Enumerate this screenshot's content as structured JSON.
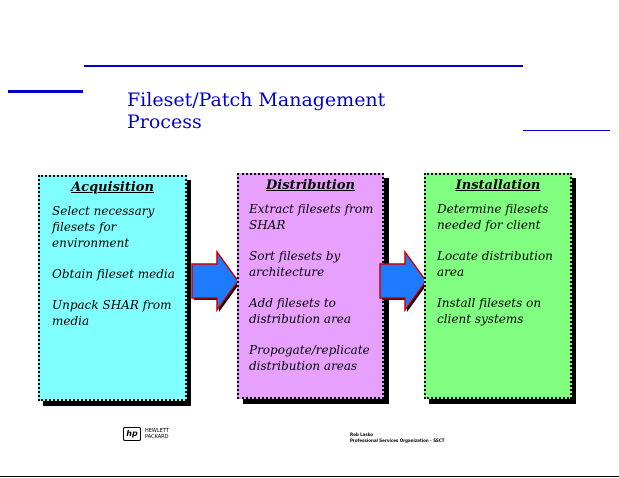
{
  "title": {
    "line1": "Fileset/Patch Management",
    "line2": "Process"
  },
  "colors": {
    "accent": "#0000cc",
    "acquisition_fill": "#80ffff",
    "distribution_fill": "#e8a0ff",
    "installation_fill": "#80ff80",
    "arrow_fill": "#1e7bff"
  },
  "stages": [
    {
      "heading": "Acquisition",
      "items": [
        "Select necessary filesets for environment",
        "Obtain fileset media",
        "Unpack SHAR  from media"
      ]
    },
    {
      "heading": "Distribution",
      "items": [
        "Extract filesets from SHAR",
        "Sort  filesets by architecture",
        "Add filesets to distribution area",
        "Propogate/replicate distribution areas"
      ]
    },
    {
      "heading": "Installation",
      "items": [
        "Determine filesets needed for client",
        "Locate distribution area",
        "Install filesets on client systems"
      ]
    }
  ],
  "footer": {
    "logo_mark": "hp",
    "logo_line1": "HEWLETT",
    "logo_line2": "PACKARD",
    "author": "Rob Lasko",
    "org": "Professional Services Organization - SSCT"
  }
}
